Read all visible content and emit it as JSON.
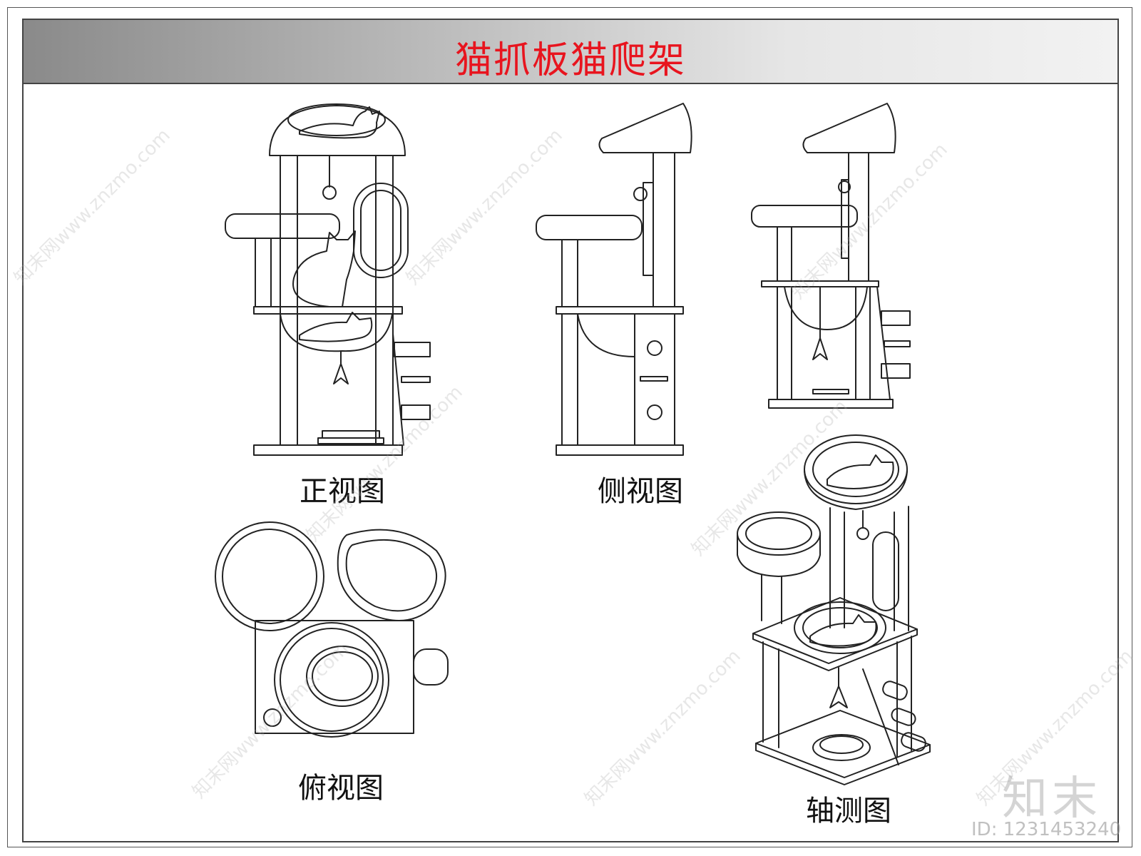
{
  "title": "猫抓板猫爬架",
  "views": {
    "front": "正视图",
    "side": "侧视图",
    "top": "俯视图",
    "axonometric": "轴测图"
  },
  "watermark": {
    "logo": "知末",
    "id": "ID: 1231453240",
    "site": "知末网www.znzmo.com"
  },
  "colors": {
    "title": "#e8141e",
    "line": "#222222"
  }
}
